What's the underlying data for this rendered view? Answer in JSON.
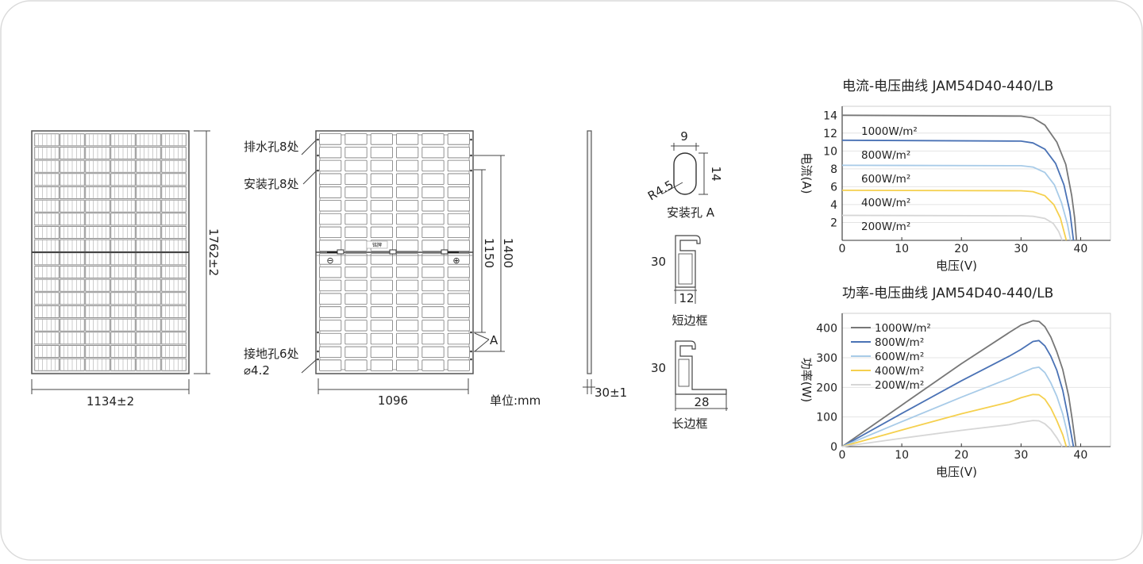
{
  "unit_label": "单位:mm",
  "panel_front": {
    "width_label": "1134±2",
    "height_label": "1762±2"
  },
  "panel_back": {
    "drain_label": "排水孔8处",
    "mount_label": "安装孔8处",
    "ground_label_1": "接地孔6处",
    "ground_label_2": "⌀4.2",
    "width_label": "1096",
    "dim_1400": "1400",
    "dim_1150": "1150",
    "marker_a": "A",
    "nameplate": "铭牌",
    "minus_symbol": "⊖",
    "plus_symbol": "⊕"
  },
  "side_view": {
    "thickness_label": "30±1"
  },
  "hole_detail": {
    "width_label": "9",
    "height_label": "14",
    "radius_label": "R4.5",
    "caption": "安装孔 A"
  },
  "short_frame": {
    "height_label": "30",
    "width_label": "12",
    "caption": "短边框"
  },
  "long_frame": {
    "height_label": "30",
    "width_label": "28",
    "caption": "长边框"
  },
  "chart_data": [
    {
      "type": "line",
      "title": "电流-电压曲线    JAM54D40-440/LB",
      "xlabel": "电压(V)",
      "ylabel": "电流(A)",
      "xlim": [
        0,
        45
      ],
      "ylim": [
        0,
        15
      ],
      "xticks": [
        0,
        10,
        20,
        30,
        40
      ],
      "yticks": [
        2,
        4,
        6,
        8,
        10,
        12,
        14
      ],
      "grid": "horizontal",
      "legend": "inline",
      "series": [
        {
          "name": "1000W/m²",
          "color": "#777777",
          "points": [
            [
              0,
              14.0
            ],
            [
              30,
              13.9
            ],
            [
              32,
              13.7
            ],
            [
              34,
              12.9
            ],
            [
              36,
              11.0
            ],
            [
              37.5,
              8.5
            ],
            [
              38.5,
              5.0
            ],
            [
              39,
              2.5
            ],
            [
              39.3,
              0
            ]
          ]
        },
        {
          "name": "800W/m²",
          "color": "#4a72b5",
          "points": [
            [
              0,
              11.2
            ],
            [
              30,
              11.1
            ],
            [
              32,
              10.9
            ],
            [
              34,
              10.2
            ],
            [
              35.8,
              8.6
            ],
            [
              37.2,
              6.2
            ],
            [
              38.2,
              3.2
            ],
            [
              38.8,
              0
            ]
          ]
        },
        {
          "name": "600W/m²",
          "color": "#a8cbe8",
          "points": [
            [
              0,
              8.4
            ],
            [
              30,
              8.35
            ],
            [
              32,
              8.2
            ],
            [
              34,
              7.6
            ],
            [
              35.6,
              6.2
            ],
            [
              36.8,
              4.2
            ],
            [
              37.8,
              1.8
            ],
            [
              38.3,
              0
            ]
          ]
        },
        {
          "name": "400W/m²",
          "color": "#f5d04e",
          "points": [
            [
              0,
              5.6
            ],
            [
              30,
              5.55
            ],
            [
              32,
              5.45
            ],
            [
              34,
              5.0
            ],
            [
              35.5,
              4.0
            ],
            [
              36.6,
              2.5
            ],
            [
              37.6,
              0
            ]
          ]
        },
        {
          "name": "200W/m²",
          "color": "#d6d6d6",
          "points": [
            [
              0,
              2.8
            ],
            [
              30,
              2.75
            ],
            [
              32,
              2.7
            ],
            [
              34,
              2.45
            ],
            [
              35.4,
              1.9
            ],
            [
              36.3,
              1.0
            ],
            [
              36.9,
              0
            ]
          ]
        }
      ]
    },
    {
      "type": "line",
      "title": "功率-电压曲线    JAM54D40-440/LB",
      "xlabel": "电压(V)",
      "ylabel": "功率(W)",
      "xlim": [
        0,
        45
      ],
      "ylim": [
        0,
        450
      ],
      "xticks": [
        0,
        10,
        20,
        30,
        40
      ],
      "yticks": [
        0,
        100,
        200,
        300,
        400
      ],
      "grid": "horizontal",
      "legend": "top-left",
      "series": [
        {
          "name": "1000W/m²",
          "color": "#777777",
          "points": [
            [
              0,
              0
            ],
            [
              10,
              140
            ],
            [
              20,
              280
            ],
            [
              28,
              385
            ],
            [
              30,
              410
            ],
            [
              32,
              425
            ],
            [
              33,
              423
            ],
            [
              34,
              405
            ],
            [
              35,
              370
            ],
            [
              36,
              320
            ],
            [
              37,
              260
            ],
            [
              38,
              170
            ],
            [
              38.6,
              90
            ],
            [
              39.2,
              0
            ]
          ]
        },
        {
          "name": "800W/m²",
          "color": "#4a72b5",
          "points": [
            [
              0,
              0
            ],
            [
              10,
              112
            ],
            [
              20,
              222
            ],
            [
              28,
              305
            ],
            [
              30,
              328
            ],
            [
              32,
              355
            ],
            [
              33,
              358
            ],
            [
              34,
              340
            ],
            [
              35,
              305
            ],
            [
              36,
              258
            ],
            [
              37,
              190
            ],
            [
              37.8,
              110
            ],
            [
              38.8,
              0
            ]
          ]
        },
        {
          "name": "600W/m²",
          "color": "#a8cbe8",
          "points": [
            [
              0,
              0
            ],
            [
              10,
              84
            ],
            [
              20,
              167
            ],
            [
              28,
              230
            ],
            [
              30,
              248
            ],
            [
              32,
              265
            ],
            [
              33,
              268
            ],
            [
              34,
              250
            ],
            [
              35,
              215
            ],
            [
              36,
              170
            ],
            [
              37,
              110
            ],
            [
              37.6,
              60
            ],
            [
              38.2,
              0
            ]
          ]
        },
        {
          "name": "400W/m²",
          "color": "#f5d04e",
          "points": [
            [
              0,
              0
            ],
            [
              10,
              56
            ],
            [
              20,
              111
            ],
            [
              28,
              150
            ],
            [
              30,
              165
            ],
            [
              32,
              176
            ],
            [
              33,
              175
            ],
            [
              34,
              160
            ],
            [
              35,
              130
            ],
            [
              36,
              88
            ],
            [
              37,
              40
            ],
            [
              37.6,
              0
            ]
          ]
        },
        {
          "name": "200W/m²",
          "color": "#d6d6d6",
          "points": [
            [
              0,
              0
            ],
            [
              10,
              28
            ],
            [
              20,
              55
            ],
            [
              28,
              74
            ],
            [
              30,
              82
            ],
            [
              32,
              88
            ],
            [
              33,
              87
            ],
            [
              34,
              77
            ],
            [
              35,
              58
            ],
            [
              36,
              30
            ],
            [
              36.9,
              0
            ]
          ]
        }
      ]
    }
  ]
}
